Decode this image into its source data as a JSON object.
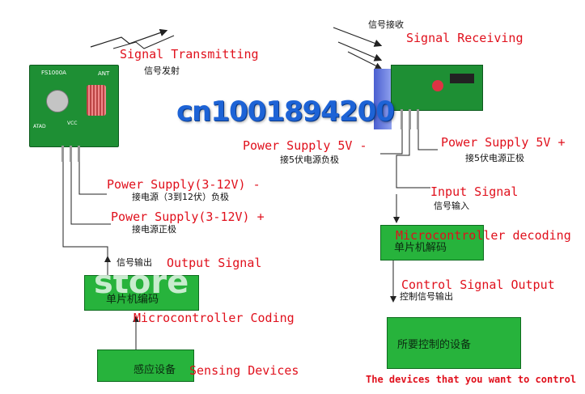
{
  "transmitter": {
    "signal_en": "Signal Transmitting",
    "signal_zh": "信号发射",
    "chip_label": "FS1000A",
    "ant_label": "ANT",
    "pin_label": "ATAD",
    "vcc_label": "VCC",
    "supply_neg_en": "Power Supply(3-12V) -",
    "supply_neg_zh": "接电源（3到12伏）负极",
    "supply_pos_en": "Power Supply(3-12V) +",
    "supply_pos_zh": "接电源正极",
    "output_en": "Output Signal",
    "output_zh": "信号输出",
    "mcu_box": "单片机编码",
    "mcu_en": "Microcontroller Coding",
    "sensor_box": "感应设备",
    "sensor_en": "Sensing Devices"
  },
  "receiver": {
    "signal_zh": "信号接收",
    "signal_en": "Signal Receiving",
    "supply_neg_en": "Power Supply 5V -",
    "supply_neg_zh": "接5伏电源负极",
    "supply_pos_en": "Power Supply 5V +",
    "supply_pos_zh": "接5伏电源正极",
    "input_en": "Input Signal",
    "input_zh": "信号输入",
    "mcu_box": "单片机解码",
    "mcu_en": "Microcontroller decoding",
    "control_en": "Control Signal Output",
    "control_zh": "控制信号输出",
    "device_box": "所要控制的设备",
    "device_en": "The devices that you want to control"
  },
  "watermark": {
    "brand": "cn1001894200",
    "store": "store"
  }
}
